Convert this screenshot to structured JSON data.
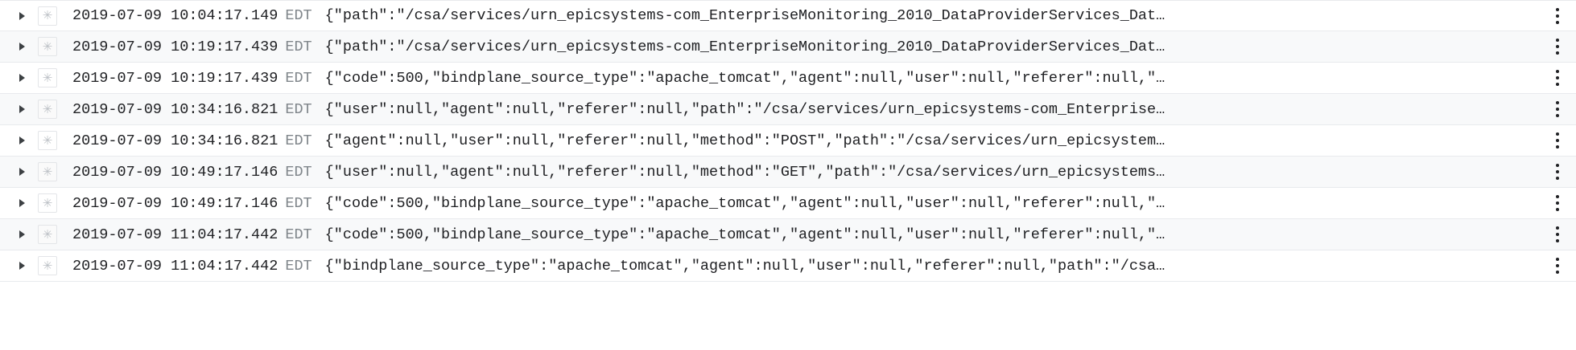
{
  "viewer": {
    "name": "log-entry-table",
    "timezone_label": "EDT",
    "expand_icon": "caret-right-icon",
    "star_icon": "asterisk-icon",
    "star_glyph": "✳",
    "overflow_icon": "kebab-menu-icon",
    "truncation_ellipsis": "…",
    "colors": {
      "row_background": "#ffffff",
      "row_background_alt": "#f8f9fa",
      "row_border": "#e8eaed",
      "text": "#202124",
      "timezone_text": "#80868b",
      "star_border": "#e3e5e8",
      "star_glyph_color": "#bdc1c6"
    }
  },
  "rows": [
    {
      "timestamp": "2019-07-09 10:04:17.149",
      "timezone": "EDT",
      "message": "{\"path\":\"/csa/services/urn_epicsystems-com_EnterpriseMonitoring_2010_DataProviderServices_Dat…"
    },
    {
      "timestamp": "2019-07-09 10:19:17.439",
      "timezone": "EDT",
      "message": "{\"path\":\"/csa/services/urn_epicsystems-com_EnterpriseMonitoring_2010_DataProviderServices_Dat…"
    },
    {
      "timestamp": "2019-07-09 10:19:17.439",
      "timezone": "EDT",
      "message": "{\"code\":500,\"bindplane_source_type\":\"apache_tomcat\",\"agent\":null,\"user\":null,\"referer\":null,\"…"
    },
    {
      "timestamp": "2019-07-09 10:34:16.821",
      "timezone": "EDT",
      "message": "{\"user\":null,\"agent\":null,\"referer\":null,\"path\":\"/csa/services/urn_epicsystems-com_Enterprise…"
    },
    {
      "timestamp": "2019-07-09 10:34:16.821",
      "timezone": "EDT",
      "message": "{\"agent\":null,\"user\":null,\"referer\":null,\"method\":\"POST\",\"path\":\"/csa/services/urn_epicsystem…"
    },
    {
      "timestamp": "2019-07-09 10:49:17.146",
      "timezone": "EDT",
      "message": "{\"user\":null,\"agent\":null,\"referer\":null,\"method\":\"GET\",\"path\":\"/csa/services/urn_epicsystems…"
    },
    {
      "timestamp": "2019-07-09 10:49:17.146",
      "timezone": "EDT",
      "message": "{\"code\":500,\"bindplane_source_type\":\"apache_tomcat\",\"agent\":null,\"user\":null,\"referer\":null,\"…"
    },
    {
      "timestamp": "2019-07-09 11:04:17.442",
      "timezone": "EDT",
      "message": "{\"code\":500,\"bindplane_source_type\":\"apache_tomcat\",\"agent\":null,\"user\":null,\"referer\":null,\"…"
    },
    {
      "timestamp": "2019-07-09 11:04:17.442",
      "timezone": "EDT",
      "message": "{\"bindplane_source_type\":\"apache_tomcat\",\"agent\":null,\"user\":null,\"referer\":null,\"path\":\"/csa…"
    }
  ]
}
